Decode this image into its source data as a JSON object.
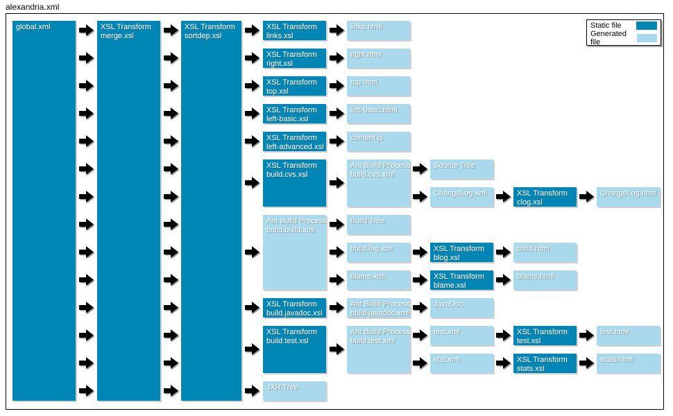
{
  "title": "alexandria.xml",
  "legend": {
    "items": [
      {
        "label": "Static file",
        "type": "static"
      },
      {
        "label": "Generated file",
        "type": "generated"
      }
    ]
  },
  "colors": {
    "static": "#0086B4",
    "generated": "#A9D9EC",
    "arrow": "#000000",
    "arrow_shadow": "#999999",
    "text": "#FFFFFF",
    "background": "#FFFFFF",
    "border": "#000000"
  },
  "nodes": [
    {
      "id": "global-xml",
      "lines": [
        "global.xml"
      ],
      "type": "static",
      "col": 1,
      "row": 1,
      "rowspan": 14
    },
    {
      "id": "merge-xsl",
      "lines": [
        "XSL Transform",
        "merge.xsl"
      ],
      "type": "static",
      "col": 2,
      "row": 1,
      "rowspan": 14
    },
    {
      "id": "sortdep-xsl",
      "lines": [
        "XSL Transform",
        "sortdep.xsl"
      ],
      "type": "static",
      "col": 3,
      "row": 1,
      "rowspan": 14
    },
    {
      "id": "links-xsl",
      "lines": [
        "XSL Transform",
        "links.xsl"
      ],
      "type": "static",
      "col": 4,
      "row": 1,
      "rowspan": 1
    },
    {
      "id": "right-xsl",
      "lines": [
        "XSL Transform",
        "right.xsl"
      ],
      "type": "static",
      "col": 4,
      "row": 2,
      "rowspan": 1
    },
    {
      "id": "top-xsl",
      "lines": [
        "XSL Transform",
        "top.xsl"
      ],
      "type": "static",
      "col": 4,
      "row": 3,
      "rowspan": 1
    },
    {
      "id": "left-basic-xsl",
      "lines": [
        "XSL Transform",
        "left-basic.xsl"
      ],
      "type": "static",
      "col": 4,
      "row": 4,
      "rowspan": 1
    },
    {
      "id": "left-advanced-xsl",
      "lines": [
        "XSL Transform",
        "left-advanced.xsl"
      ],
      "type": "static",
      "col": 4,
      "row": 5,
      "rowspan": 1
    },
    {
      "id": "build-cvs-xsl",
      "lines": [
        "XSL Transform",
        "build.cvs.xsl"
      ],
      "type": "static",
      "col": 4,
      "row": 6,
      "rowspan": 2
    },
    {
      "id": "build-build-xml",
      "lines": [
        "Ant Build Process",
        "build.build.xml"
      ],
      "type": "generated",
      "col": 4,
      "row": 8,
      "rowspan": 3
    },
    {
      "id": "build-javadoc-xsl",
      "lines": [
        "XSL Transform",
        "build.javadoc.xsl"
      ],
      "type": "static",
      "col": 4,
      "row": 11,
      "rowspan": 1
    },
    {
      "id": "build-test-xsl",
      "lines": [
        "XSL Transform",
        "build.test.xsl"
      ],
      "type": "static",
      "col": 4,
      "row": 12,
      "rowspan": 2
    },
    {
      "id": "jxr-tree",
      "lines": [
        "JXR Tree"
      ],
      "type": "generated",
      "col": 4,
      "row": 14,
      "rowspan": 1
    },
    {
      "id": "links-html",
      "lines": [
        "links.html"
      ],
      "type": "generated",
      "col": 5,
      "row": 1,
      "rowspan": 1
    },
    {
      "id": "right-html",
      "lines": [
        "right.html"
      ],
      "type": "generated",
      "col": 5,
      "row": 2,
      "rowspan": 1
    },
    {
      "id": "top-html",
      "lines": [
        "top.html"
      ],
      "type": "generated",
      "col": 5,
      "row": 3,
      "rowspan": 1
    },
    {
      "id": "left-basic-html",
      "lines": [
        "left-basic.html"
      ],
      "type": "generated",
      "col": 5,
      "row": 4,
      "rowspan": 1
    },
    {
      "id": "content-js",
      "lines": [
        "content.js"
      ],
      "type": "generated",
      "col": 5,
      "row": 5,
      "rowspan": 1
    },
    {
      "id": "build-cvs-xml",
      "lines": [
        "Ant Build Process",
        "build.cvs.xml"
      ],
      "type": "generated",
      "col": 5,
      "row": 6,
      "rowspan": 2
    },
    {
      "id": "build-tree",
      "lines": [
        "Build Tree"
      ],
      "type": "generated",
      "col": 5,
      "row": 8,
      "rowspan": 1
    },
    {
      "id": "build-log-xml",
      "lines": [
        "build.log.xml"
      ],
      "type": "generated",
      "col": 5,
      "row": 9,
      "rowspan": 1
    },
    {
      "id": "blame-xml",
      "lines": [
        "blame.xml"
      ],
      "type": "generated",
      "col": 5,
      "row": 10,
      "rowspan": 1
    },
    {
      "id": "build-javadoc-xml",
      "lines": [
        "Ant Build Process",
        "build.javadoc.xml"
      ],
      "type": "generated",
      "col": 5,
      "row": 11,
      "rowspan": 1
    },
    {
      "id": "build-test-xml",
      "lines": [
        "Ant Build Process",
        "build.test.xml"
      ],
      "type": "generated",
      "col": 5,
      "row": 12,
      "rowspan": 2
    },
    {
      "id": "source-tree",
      "lines": [
        "Source Tree"
      ],
      "type": "generated",
      "col": 6,
      "row": 6,
      "rowspan": 1
    },
    {
      "id": "changelog-xml",
      "lines": [
        "ChangeLog.xml"
      ],
      "type": "generated",
      "col": 6,
      "row": 7,
      "rowspan": 1
    },
    {
      "id": "blog-xsl",
      "lines": [
        "XSL Transform",
        "blog.xsl"
      ],
      "type": "static",
      "col": 6,
      "row": 9,
      "rowspan": 1
    },
    {
      "id": "blame-xsl",
      "lines": [
        "XSL Transform",
        "blame.xsl"
      ],
      "type": "static",
      "col": 6,
      "row": 10,
      "rowspan": 1
    },
    {
      "id": "javadoc",
      "lines": [
        "JavaDoc"
      ],
      "type": "generated",
      "col": 6,
      "row": 11,
      "rowspan": 1
    },
    {
      "id": "test-xml",
      "lines": [
        "test.xml"
      ],
      "type": "generated",
      "col": 6,
      "row": 12,
      "rowspan": 1
    },
    {
      "id": "stat-xml",
      "lines": [
        "stat.xml"
      ],
      "type": "generated",
      "col": 6,
      "row": 13,
      "rowspan": 1
    },
    {
      "id": "clog-xsl",
      "lines": [
        "XSL Transform",
        "clog.xsl"
      ],
      "type": "static",
      "col": 7,
      "row": 7,
      "rowspan": 1
    },
    {
      "id": "build-html",
      "lines": [
        "build.html"
      ],
      "type": "generated",
      "col": 7,
      "row": 9,
      "rowspan": 1
    },
    {
      "id": "blame-html",
      "lines": [
        "blame.html"
      ],
      "type": "generated",
      "col": 7,
      "row": 10,
      "rowspan": 1
    },
    {
      "id": "test-xsl",
      "lines": [
        "XSL Transform",
        "test.xsl"
      ],
      "type": "static",
      "col": 7,
      "row": 12,
      "rowspan": 1
    },
    {
      "id": "stats-xsl",
      "lines": [
        "XSL Transform",
        "stats.xsl"
      ],
      "type": "static",
      "col": 7,
      "row": 13,
      "rowspan": 1
    },
    {
      "id": "changelog-html",
      "lines": [
        "ChangeLog.html"
      ],
      "type": "generated",
      "col": 8,
      "row": 7,
      "rowspan": 1
    },
    {
      "id": "test-html",
      "lines": [
        "test.html"
      ],
      "type": "generated",
      "col": 8,
      "row": 12,
      "rowspan": 1
    },
    {
      "id": "stats-html",
      "lines": [
        "stats.html"
      ],
      "type": "generated",
      "col": 8,
      "row": 13,
      "rowspan": 1
    }
  ],
  "arrows": [
    {
      "gap": 1,
      "rows": [
        1,
        2,
        3,
        4,
        5,
        6,
        7,
        8,
        9,
        10,
        11,
        12,
        13,
        14
      ]
    },
    {
      "gap": 2,
      "rows": [
        1,
        2,
        3,
        4,
        5,
        6,
        7,
        8,
        9,
        10,
        11,
        12,
        13,
        14
      ]
    },
    {
      "gap": 3,
      "rows": [
        1,
        2,
        3,
        4,
        5,
        6.5,
        9,
        11,
        12.5,
        14
      ]
    },
    {
      "gap": 4,
      "rows": [
        1,
        2,
        3,
        4,
        5,
        6.5,
        8,
        9,
        10,
        11,
        12.5
      ]
    },
    {
      "gap": 5,
      "rows": [
        6,
        7,
        9,
        10,
        11,
        12,
        13
      ]
    },
    {
      "gap": 6,
      "rows": [
        7,
        9,
        10,
        12,
        13
      ]
    },
    {
      "gap": 7,
      "rows": [
        7,
        12,
        13
      ]
    }
  ]
}
